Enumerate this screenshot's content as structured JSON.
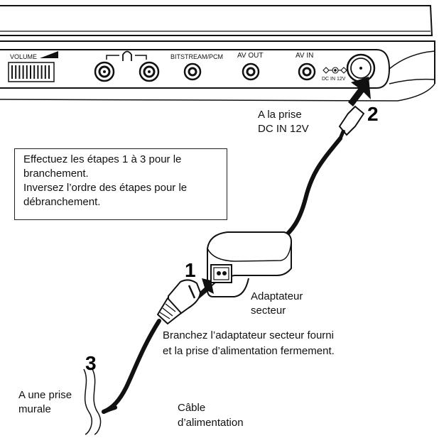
{
  "panel": {
    "volume_label": "VOLUME",
    "headphone_icon": "headphone-icon",
    "bitstream_label": "BITSTREAM/PCM",
    "av_out_label": "AV OUT",
    "av_in_label": "AV IN",
    "dc_in_label": "DC IN 12V"
  },
  "steps": {
    "one": "1",
    "two": "2",
    "three": "3"
  },
  "callouts": {
    "dc_jack_line1": "A la prise",
    "dc_jack_line2": "DC IN 12V",
    "adapter_line1": "Adaptateur",
    "adapter_line2": "secteur",
    "connect_line1": "Branchez l’adaptateur secteur fourni",
    "connect_line2": "et la prise d’alimentation fermement.",
    "outlet_line1": "A une prise",
    "outlet_line2": "murale",
    "cable_line1": "Câble",
    "cable_line2": "d’alimentation"
  },
  "instructions": {
    "line1": "Effectuez les étapes 1 à 3 pour le",
    "line2": "branchement.",
    "line3": "Inversez l’ordre des étapes pour le",
    "line4": "débranchement."
  },
  "colors": {
    "ink": "#111111",
    "background": "#ffffff"
  }
}
